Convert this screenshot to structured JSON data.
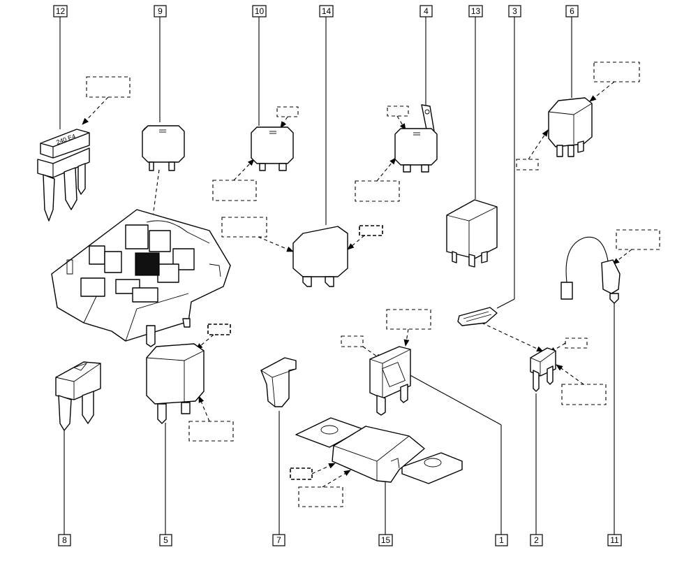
{
  "callouts": [
    {
      "id": "c12",
      "text": "12"
    },
    {
      "id": "c9",
      "text": "9"
    },
    {
      "id": "c10",
      "text": "10"
    },
    {
      "id": "c14",
      "text": "14"
    },
    {
      "id": "c4",
      "text": "4"
    },
    {
      "id": "c13",
      "text": "13"
    },
    {
      "id": "c3",
      "text": "3"
    },
    {
      "id": "c6",
      "text": "6"
    },
    {
      "id": "c11",
      "text": "11"
    },
    {
      "id": "c8",
      "text": "8"
    },
    {
      "id": "c5",
      "text": "5"
    },
    {
      "id": "c7",
      "text": "7"
    },
    {
      "id": "c15",
      "text": "15"
    },
    {
      "id": "c1",
      "text": "1"
    },
    {
      "id": "c2",
      "text": "2"
    }
  ],
  "fuse_marking": "240 E4"
}
